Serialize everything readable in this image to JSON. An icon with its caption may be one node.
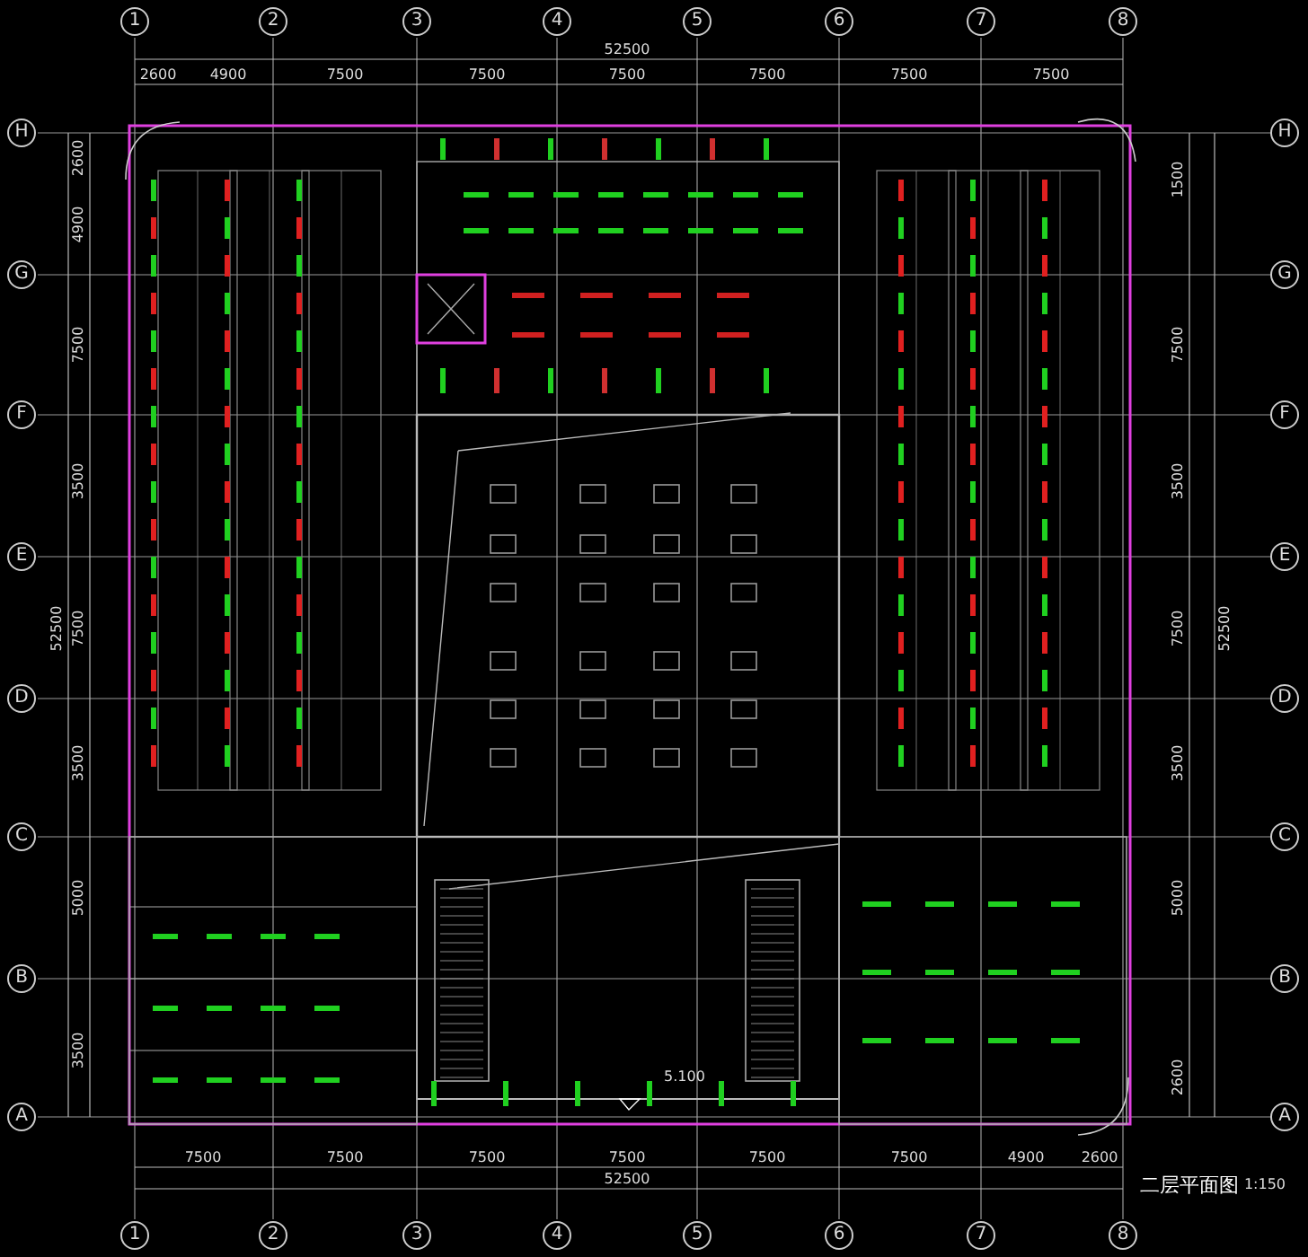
{
  "diagram": {
    "title": "二层平面图",
    "labels": [
      "1",
      "2",
      "3",
      "4",
      "5",
      "6",
      "7",
      "8",
      "52500",
      "2600",
      "4900",
      "7500",
      "7500",
      "7500",
      "7500",
      "7500",
      "7500",
      "H",
      "G",
      "F",
      "E",
      "D",
      "C",
      "B",
      "A",
      "H",
      "G",
      "F",
      "E",
      "D",
      "C",
      "B",
      "A",
      "52500",
      "2600",
      "4900",
      "7500",
      "3500",
      "7500",
      "3500",
      "5000",
      "3500",
      "52500",
      "1500",
      "7500",
      "3500",
      "7500",
      "3500",
      "5000",
      "2600",
      "5.100",
      "7500",
      "7500",
      "7500",
      "7500",
      "7500",
      "7500",
      "4900",
      "2600",
      "52500",
      "1",
      "2",
      "3",
      "4",
      "5",
      "6",
      "7",
      "8",
      "1:150"
    ]
  }
}
